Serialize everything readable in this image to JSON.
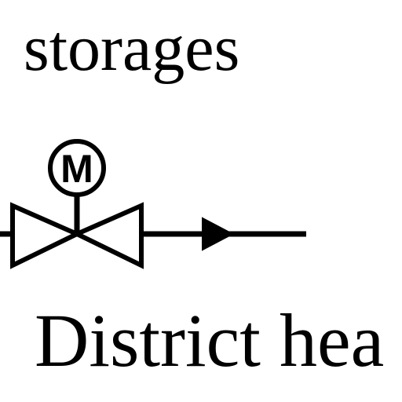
{
  "diagram": {
    "top_label": "storages",
    "bottom_label": "District hea",
    "motor_symbol": "M",
    "icon": "motorized-valve-icon",
    "arrow_icon": "flow-arrow-icon",
    "colors": {
      "line": "#000000",
      "background": "#ffffff"
    }
  }
}
